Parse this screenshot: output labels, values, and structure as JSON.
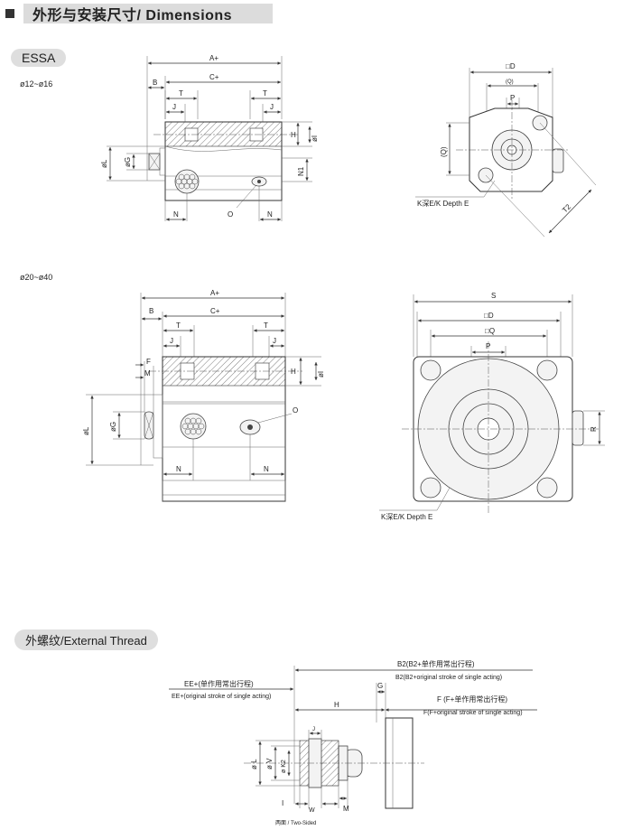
{
  "header": {
    "title": "外形与安装尺寸/ Dimensions"
  },
  "sections": {
    "essa": "ESSA",
    "external_thread": "外螺纹/External Thread"
  },
  "size_ranges": {
    "small": "ø12~ø16",
    "large": "ø20~ø40"
  },
  "labels": {
    "A": "A+",
    "B": "B",
    "C": "C+",
    "T": "T",
    "J": "J",
    "H": "H",
    "I": "øI",
    "L": "øL",
    "G": "øG",
    "N": "N",
    "N1": "N1",
    "O": "O",
    "M": "M",
    "F": "F",
    "D": "□D",
    "Q": "(Q)",
    "Q_sq": "□Q",
    "Q_small": "(Q)",
    "P": "P",
    "S": "S",
    "R": "R",
    "T2": "T2",
    "I_small": "I",
    "K_depth": "K深E/K Depth E"
  },
  "thread_labels": {
    "B2_cn": "B2(B2+单作用常出行程)",
    "B2_en": "B2(B2+original stroke of single acting)",
    "EE_cn": "EE+(单作用常出行程)",
    "EE_en": "EE+(original stroke of single acting)",
    "F_cn": "F (F+单作用常出行程)",
    "F_en": "F(F+original stroke of single acting)",
    "G": "G",
    "H": "H",
    "J": "J",
    "L": "ø L",
    "V": "ø V",
    "K2": "ø K2",
    "I": "I",
    "W": "W",
    "M": "M",
    "two_sided": "两面 / Two-Sided"
  }
}
